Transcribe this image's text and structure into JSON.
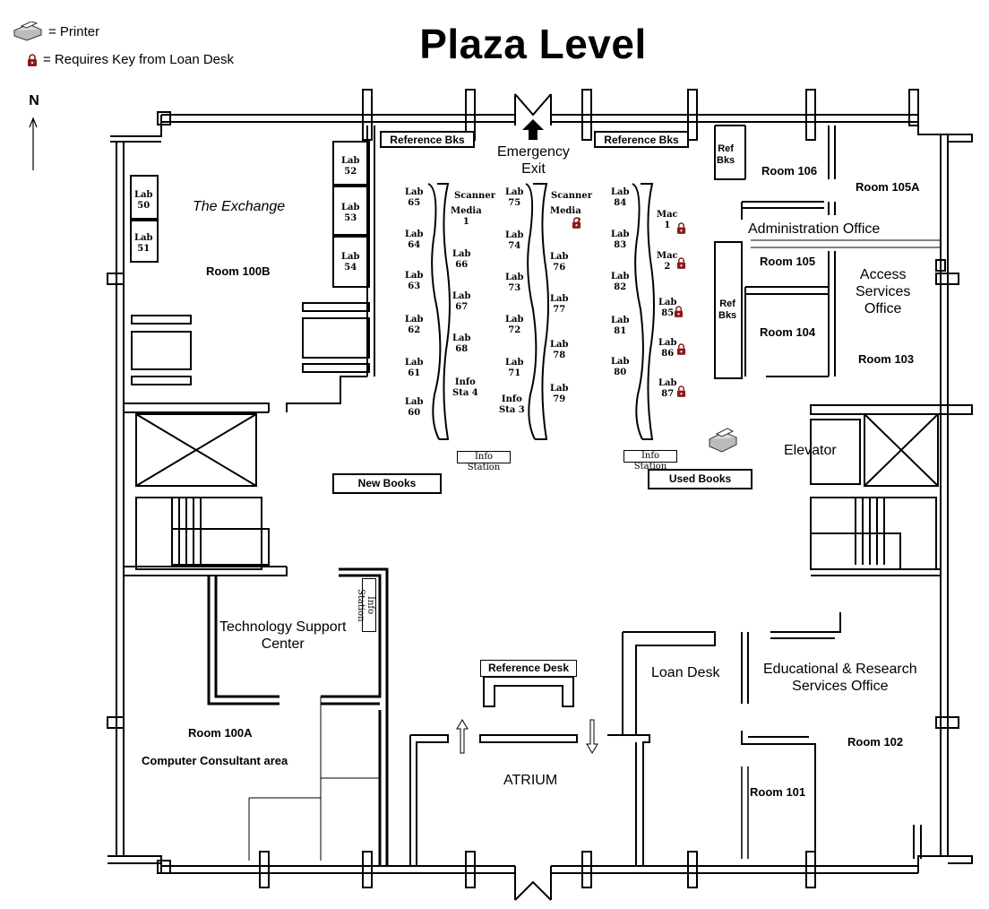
{
  "title": "Plaza Level",
  "legend": {
    "printer": "= Printer",
    "key": "= Requires Key from Loan Desk",
    "north": "N"
  },
  "colors": {
    "lock": "#8b1a1a",
    "walls": "#000000",
    "background": "#ffffff"
  },
  "icons": [
    "printer-icon",
    "lock-icon",
    "north-arrow-icon",
    "up-arrow-icon",
    "down-arrow-icon",
    "exit-arrow-icon"
  ],
  "rooms": {
    "exchange": "The Exchange",
    "room100b": "Room 100B",
    "room100a": "Room 100A",
    "consultant": "Computer Consultant area",
    "tech_support": [
      "Technology Support",
      "Center"
    ],
    "room106": "Room 106",
    "room105a": "Room 105A",
    "admin": "Administration Office",
    "room105": "Room 105",
    "access": [
      "Access",
      "Services",
      "Office"
    ],
    "room104": "Room 104",
    "room103": "Room 103",
    "elevator": "Elevator",
    "loan_desk": "Loan Desk",
    "edu_research": [
      "Educational & Research",
      "Services Office"
    ],
    "room102": "Room 102",
    "room101": "Room 101",
    "atrium": "ATRIUM",
    "emergency": [
      "Emergency",
      "Exit"
    ]
  },
  "boxes": {
    "ref_bks_left": "Reference Bks",
    "ref_bks_right": "Reference Bks",
    "ref_bks_side1": [
      "Ref",
      "Bks"
    ],
    "ref_bks_side2": [
      "Ref",
      "Bks"
    ],
    "new_books": "New Books",
    "used_books": "Used Books",
    "reference_desk": "Reference Desk",
    "info_station_1": "Info Station",
    "info_station_2": "Info Station",
    "info_station_vert": "Info Station"
  },
  "labs": {
    "lab50": [
      "Lab",
      "50"
    ],
    "lab51": [
      "Lab",
      "51"
    ],
    "lab52": [
      "Lab",
      "52"
    ],
    "lab53": [
      "Lab",
      "53"
    ],
    "lab54": [
      "Lab",
      "54"
    ],
    "col1": [
      [
        "Lab",
        "65"
      ],
      [
        "Lab",
        "64"
      ],
      [
        "Lab",
        "63"
      ],
      [
        "Lab",
        "62"
      ],
      [
        "Lab",
        "61"
      ],
      [
        "Lab",
        "60"
      ]
    ],
    "col2": [
      [
        "Scanner",
        ""
      ],
      [
        "Media",
        "1"
      ],
      [
        "Lab",
        "66"
      ],
      [
        "Lab",
        "67"
      ],
      [
        "Lab",
        "68"
      ],
      [
        "Info",
        "Sta 4"
      ]
    ],
    "col3": [
      [
        "Lab",
        "75"
      ],
      [
        "Lab",
        "74"
      ],
      [
        "Lab",
        "73"
      ],
      [
        "Lab",
        "72"
      ],
      [
        "Lab",
        "71"
      ],
      [
        "Info",
        "Sta 3"
      ]
    ],
    "col4": [
      [
        "Scanner",
        ""
      ],
      [
        "Media",
        "2"
      ],
      [
        "Lab",
        "76"
      ],
      [
        "Lab",
        "77"
      ],
      [
        "Lab",
        "78"
      ],
      [
        "Lab",
        "79"
      ]
    ],
    "col5": [
      [
        "Lab",
        "84"
      ],
      [
        "Lab",
        "83"
      ],
      [
        "Lab",
        "82"
      ],
      [
        "Lab",
        "81"
      ],
      [
        "Lab",
        "80"
      ]
    ],
    "col6": [
      [
        "Mac",
        "1"
      ],
      [
        "Mac",
        "2"
      ],
      [
        "Lab",
        "85"
      ],
      [
        "Lab",
        "86"
      ],
      [
        "Lab",
        "87"
      ]
    ]
  }
}
